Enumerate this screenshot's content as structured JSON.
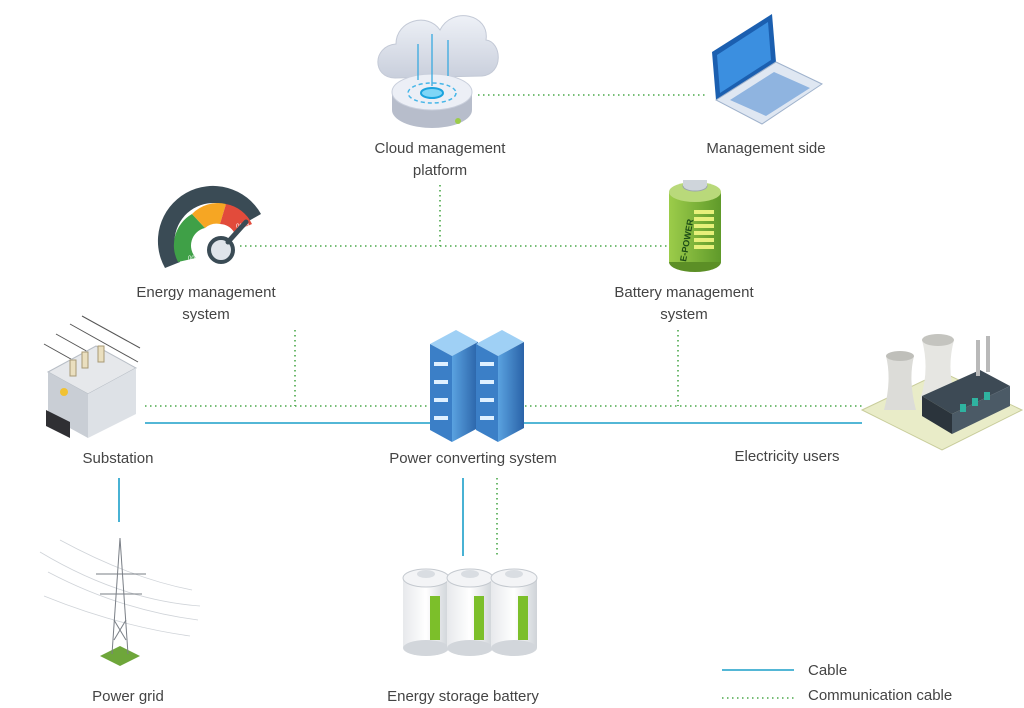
{
  "nodes": {
    "cloud": {
      "line1": "Cloud management",
      "line2": "platform"
    },
    "management_side": {
      "label": "Management side"
    },
    "ems": {
      "line1": "Energy management",
      "line2": "system"
    },
    "bms": {
      "line1": "Battery management",
      "line2": "system"
    },
    "battery_icon": {
      "brand": "E-POWER"
    },
    "gauge_icon": {
      "low": "000",
      "high": "0004"
    },
    "substation": {
      "label": "Substation"
    },
    "pcs": {
      "label": "Power converting system"
    },
    "users": {
      "label": "Electricity users"
    },
    "grid": {
      "label": "Power grid"
    },
    "storage": {
      "label": "Energy storage battery"
    }
  },
  "legend": {
    "cable": "Cable",
    "communication": "Communication cable"
  },
  "colors": {
    "cable": "#1a9fc9",
    "communication": "#4aa84a",
    "battery_green": "#8dc63f",
    "server_blue": "#2f6fb8"
  }
}
